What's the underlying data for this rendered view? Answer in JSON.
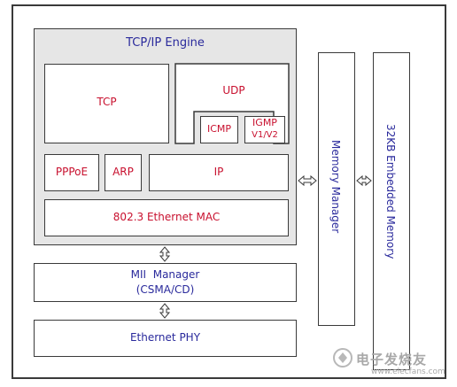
{
  "diagram": {
    "engine_title": "TCP/IP Engine",
    "tcp": "TCP",
    "udp": "UDP",
    "icmp": "ICMP",
    "igmp_line1": "IGMP",
    "igmp_line2": "V1/V2",
    "pppoe": "PPPoE",
    "arp": "ARP",
    "ip": "IP",
    "mac": "802.3 Ethernet MAC",
    "mii_line1": "MII  Manager",
    "mii_line2": "(CSMA/CD)",
    "phy": "Ethernet PHY",
    "memory_manager": "Memory Manager",
    "embedded_memory": "32KB Embedded Memory"
  },
  "watermark": {
    "text": "电子发烧友",
    "url": "www.elecfans.com"
  },
  "colors": {
    "protocol_text": "#c8102e",
    "title_text": "#2a2a9c",
    "engine_fill": "#e6e6e6",
    "border": "#3a3a3a"
  }
}
